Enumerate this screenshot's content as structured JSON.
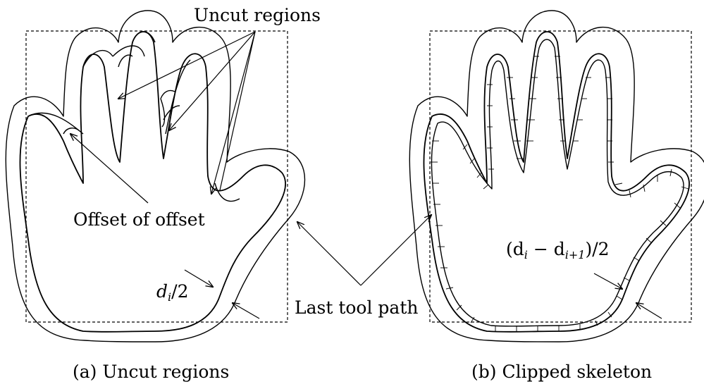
{
  "panel_a": {
    "label_uncut": "Uncut regions",
    "label_offset": "Offset of offset",
    "label_di": "d",
    "label_di_sub": "i",
    "label_di_rest": "/2",
    "caption": "(a) Uncut regions"
  },
  "panel_b": {
    "label_diff_open": "(d",
    "label_diff_sub1": "i",
    "label_diff_mid": " − d",
    "label_diff_sub2": "i+1",
    "label_diff_close": ")/2",
    "caption": "(b) Clipped skeleton"
  },
  "shared": {
    "label_last_tool_path": "Last tool path"
  }
}
